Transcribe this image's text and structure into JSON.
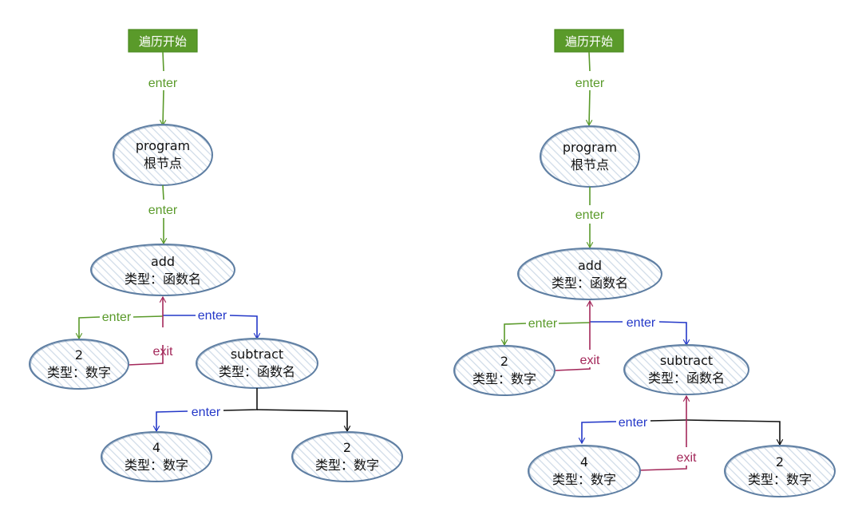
{
  "colors": {
    "enter_green": "#5a9a2a",
    "enter_blue": "#2438c8",
    "exit_red": "#a3285a",
    "black": "#111111",
    "node_stroke": "#5f7fa3",
    "node_hatch": "#cfdbe8",
    "start_fill": "#5a9a2a"
  },
  "left": {
    "start": "遍历开始",
    "edge_start_program": "enter",
    "program": {
      "line1": "program",
      "line2": "根节点"
    },
    "edge_program_add": "enter",
    "add": {
      "line1": "add",
      "line2": "类型：函数名"
    },
    "edge_add_num2": "enter",
    "edge_add_subtract": "enter",
    "edge_num2_exit": "exit",
    "num2": {
      "line1": "2",
      "line2": "类型：数字"
    },
    "subtract": {
      "line1": "subtract",
      "line2": "类型：函数名"
    },
    "edge_subtract_num4": "enter",
    "num4": {
      "line1": "4",
      "line2": "类型：数字"
    },
    "num2b": {
      "line1": "2",
      "line2": "类型：数字"
    }
  },
  "right": {
    "start": "遍历开始",
    "edge_start_program": "enter",
    "program": {
      "line1": "program",
      "line2": "根节点"
    },
    "edge_program_add": "enter",
    "add": {
      "line1": "add",
      "line2": "类型：函数名"
    },
    "edge_add_num2": "enter",
    "edge_add_subtract": "enter",
    "edge_num2_exit": "exit",
    "num2": {
      "line1": "2",
      "line2": "类型：数字"
    },
    "subtract": {
      "line1": "subtract",
      "line2": "类型：函数名"
    },
    "edge_subtract_num4": "enter",
    "edge_num4_exit": "exit",
    "num4": {
      "line1": "4",
      "line2": "类型：数字"
    },
    "num2b": {
      "line1": "2",
      "line2": "类型：数字"
    }
  }
}
